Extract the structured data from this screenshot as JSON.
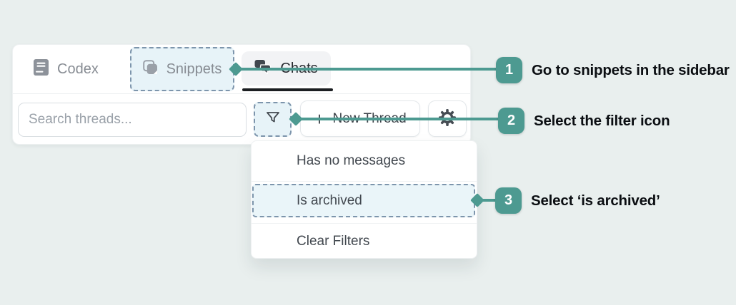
{
  "colors": {
    "teal_accent": "#4d9a91",
    "page_background": "#e9efee",
    "dashed_highlight_border": "#7d95ac",
    "highlight_fill": "#e7f3f8",
    "muted_text": "#878c93",
    "dark_text": "#3d434a",
    "step_label_text": "#0b0e12"
  },
  "panel": {
    "tabs": [
      {
        "label": "Codex",
        "icon": "book-icon",
        "state": "default"
      },
      {
        "label": "Snippets",
        "icon": "snippets-icon",
        "state": "highlighted"
      },
      {
        "label": "Chats",
        "icon": "chats-icon",
        "state": "active"
      }
    ],
    "search_placeholder": "Search threads...",
    "filter_icon": "funnel-icon",
    "new_thread_button": {
      "plus": "+",
      "label": "New Thread"
    },
    "settings_icon": "gear-icon"
  },
  "dropdown": {
    "items": [
      {
        "label": "Has no messages",
        "highlighted": false
      },
      {
        "label": "Is archived",
        "highlighted": true
      },
      {
        "label": "Clear Filters",
        "highlighted": false
      }
    ]
  },
  "steps": [
    {
      "number": "1",
      "label": "Go to snippets in the sidebar"
    },
    {
      "number": "2",
      "label": "Select the filter icon"
    },
    {
      "number": "3",
      "label": "Select ‘is archived’"
    }
  ]
}
